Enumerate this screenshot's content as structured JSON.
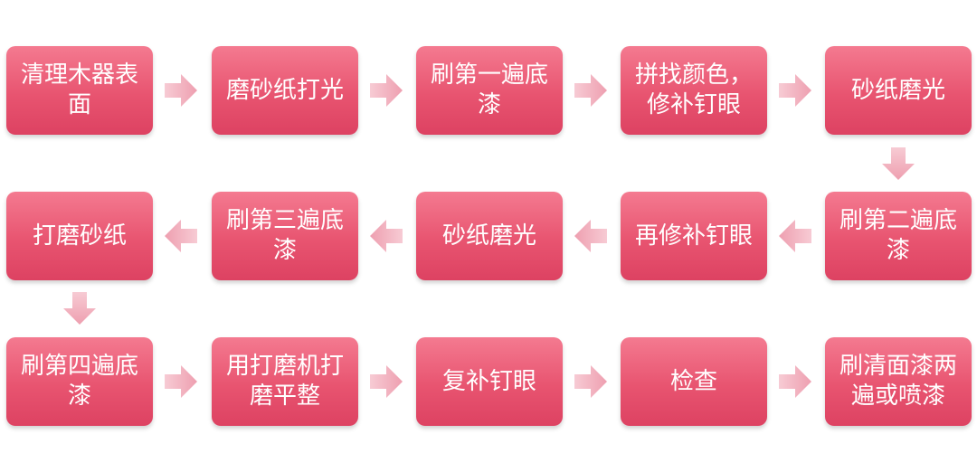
{
  "colors": {
    "box": "#e85470",
    "arrow": "#f2b8c4",
    "text": "#ffffff"
  },
  "steps": [
    "清理木器表面",
    "磨砂纸打光",
    "刷第一遍底漆",
    "拼找颜色，修补钉眼",
    "砂纸磨光",
    "刷第二遍底漆",
    "再修补钉眼",
    "砂纸磨光",
    "刷第三遍底漆",
    "打磨砂纸",
    "刷第四遍底漆",
    "用打磨机打磨平整",
    "复补钉眼",
    "检查",
    "刷清面漆两遍或喷漆"
  ]
}
